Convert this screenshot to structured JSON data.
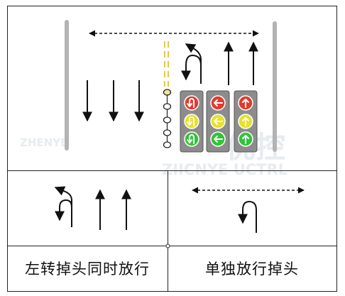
{
  "captions": {
    "left": "左转掉头同时放行",
    "right": "单独放行掉头"
  },
  "watermark": {
    "mark": "ZHENYE",
    "brand": "优控",
    "sub": "ZIICNYE UCTRL"
  },
  "signal_heads": [
    {
      "name": "uturn-signal",
      "lamps": [
        {
          "color": "#e23b2e",
          "icon": "u-turn-arrow-icon"
        },
        {
          "color": "#e8e02a",
          "icon": "u-turn-arrow-icon"
        },
        {
          "color": "#34c23a",
          "icon": "u-turn-arrow-icon"
        }
      ]
    },
    {
      "name": "left-turn-signal",
      "lamps": [
        {
          "color": "#e23b2e",
          "icon": "left-arrow-icon"
        },
        {
          "color": "#e8e02a",
          "icon": "left-arrow-icon"
        },
        {
          "color": "#34c23a",
          "icon": "left-arrow-icon"
        }
      ]
    },
    {
      "name": "straight-signal",
      "lamps": [
        {
          "color": "#e23b2e",
          "icon": "up-arrow-icon"
        },
        {
          "color": "#e8e02a",
          "icon": "up-arrow-icon"
        },
        {
          "color": "#34c23a",
          "icon": "up-arrow-icon"
        }
      ]
    }
  ],
  "colors": {
    "border": "#222222",
    "curb": "#b3b3b3",
    "center_line": "#e6c84a",
    "signal_housing": "#8c8c8c",
    "watermark": "#e6ecef"
  }
}
